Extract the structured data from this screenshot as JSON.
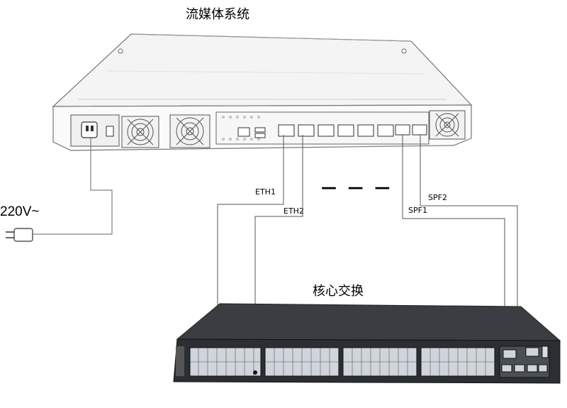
{
  "diagram": {
    "server_title": "流媒体系统",
    "switch_title": "核心交换",
    "power_label": "220V~",
    "connections": {
      "eth1": "ETH1",
      "eth2": "ETH2",
      "spf1": "SPF1",
      "spf2": "SPF2"
    },
    "gap_marker": "— — —"
  }
}
